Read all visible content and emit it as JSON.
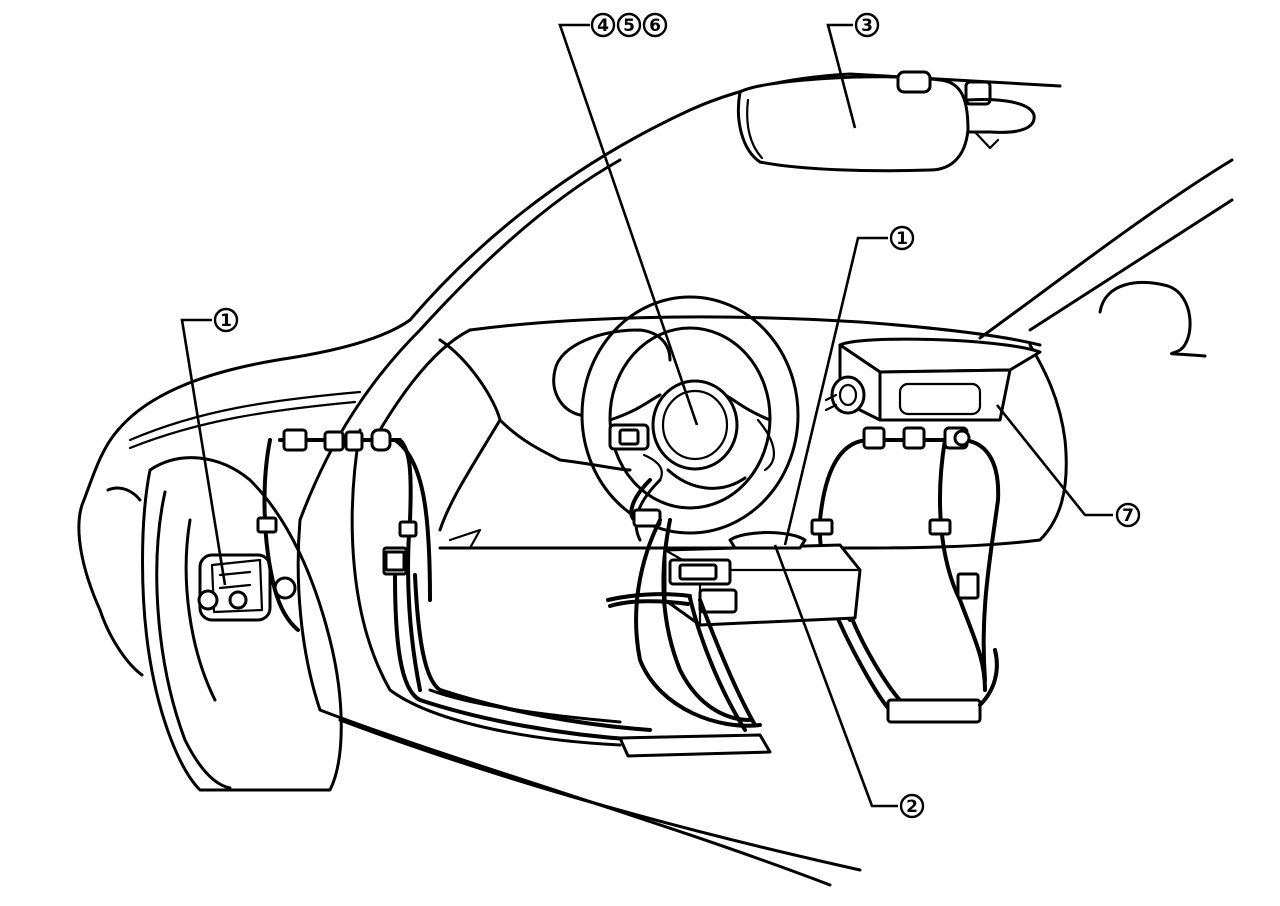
{
  "callouts": [
    {
      "id": "c1-left",
      "label": "1"
    },
    {
      "id": "c1-right",
      "label": "1"
    },
    {
      "id": "c2",
      "label": "2"
    },
    {
      "id": "c3",
      "label": "3"
    },
    {
      "id": "c4",
      "label": "4"
    },
    {
      "id": "c5",
      "label": "5"
    },
    {
      "id": "c6",
      "label": "6"
    },
    {
      "id": "c7",
      "label": "7"
    }
  ]
}
